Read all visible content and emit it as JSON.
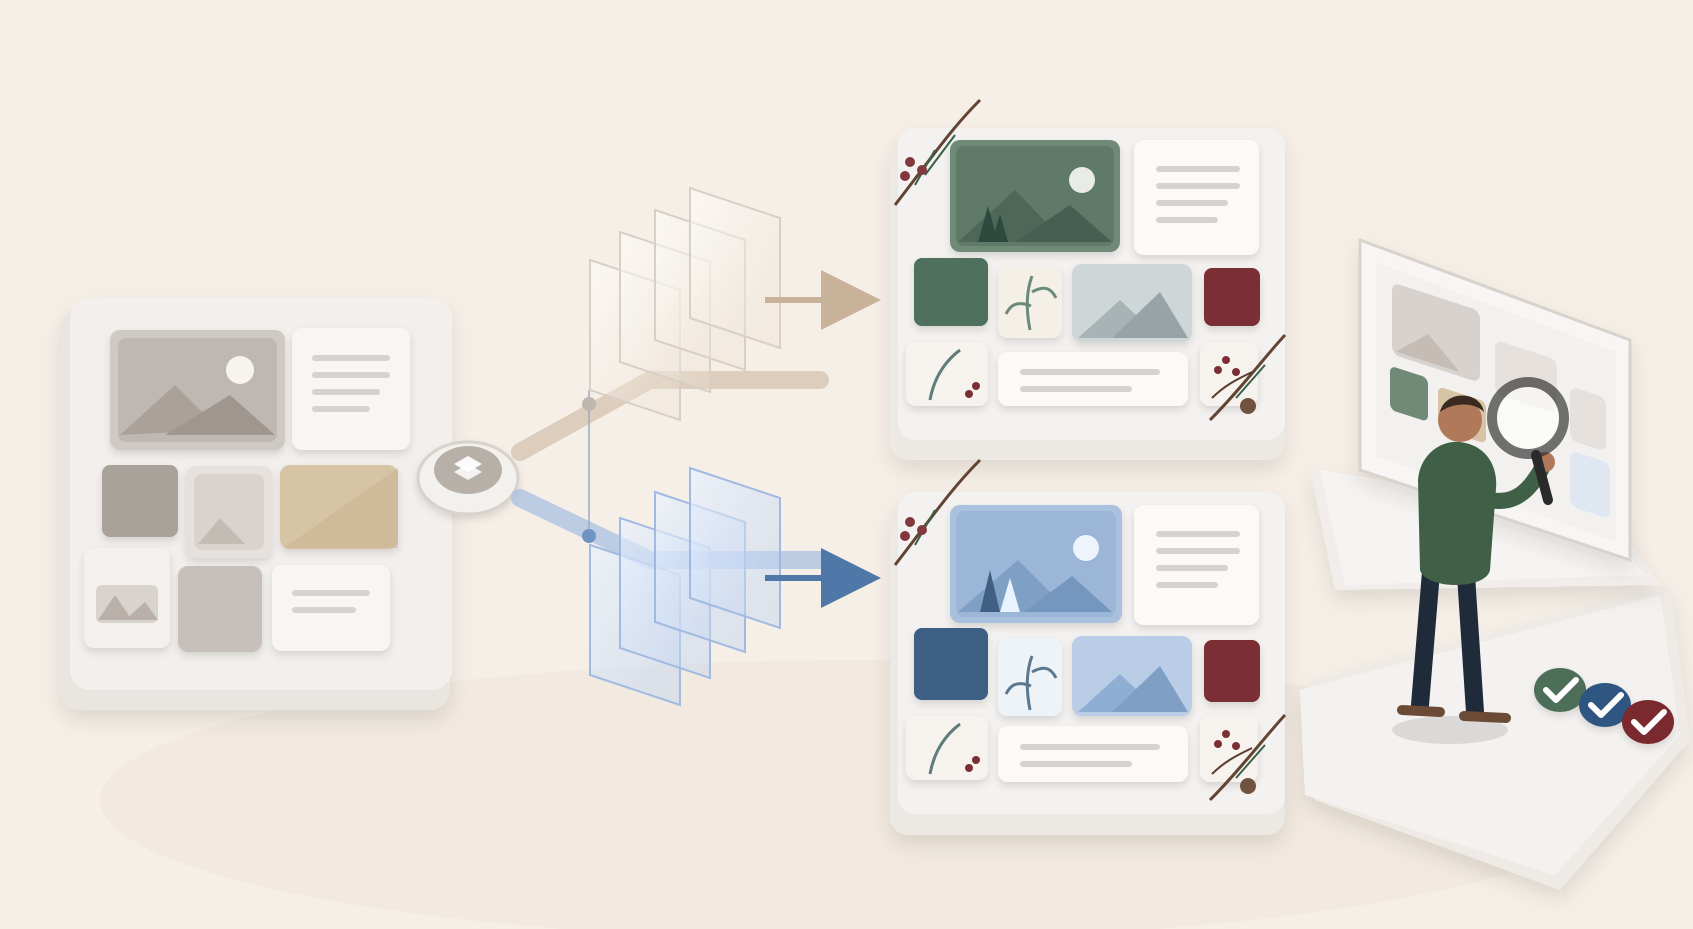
{
  "diagram": {
    "colors": {
      "background": "#f6efe7",
      "neutral_panel": "#ebe7e2",
      "neutral_tile": "#b9b2ab",
      "neutral_sand": "#d7c4a5",
      "green_theme": "#4f6f5c",
      "blue_theme": "#3c5f83",
      "red_accent": "#7c2f34",
      "arrow_tan": "#c8b39a",
      "arrow_blue": "#4f78a8",
      "person_shirt": "#3f5f46",
      "person_pants": "#1f2a3a",
      "badge_green": "#4e6e59",
      "badge_blue": "#2f5680",
      "badge_red": "#7a2b2f"
    },
    "icons": {
      "hub": "layers-icon",
      "inspect": "magnifier-icon",
      "checks": [
        "check-icon",
        "check-icon",
        "check-icon"
      ]
    },
    "source_layout": "neutral",
    "outputs": [
      {
        "theme": "green-winter"
      },
      {
        "theme": "blue-winter"
      }
    ],
    "review": {
      "badges": 3
    }
  }
}
